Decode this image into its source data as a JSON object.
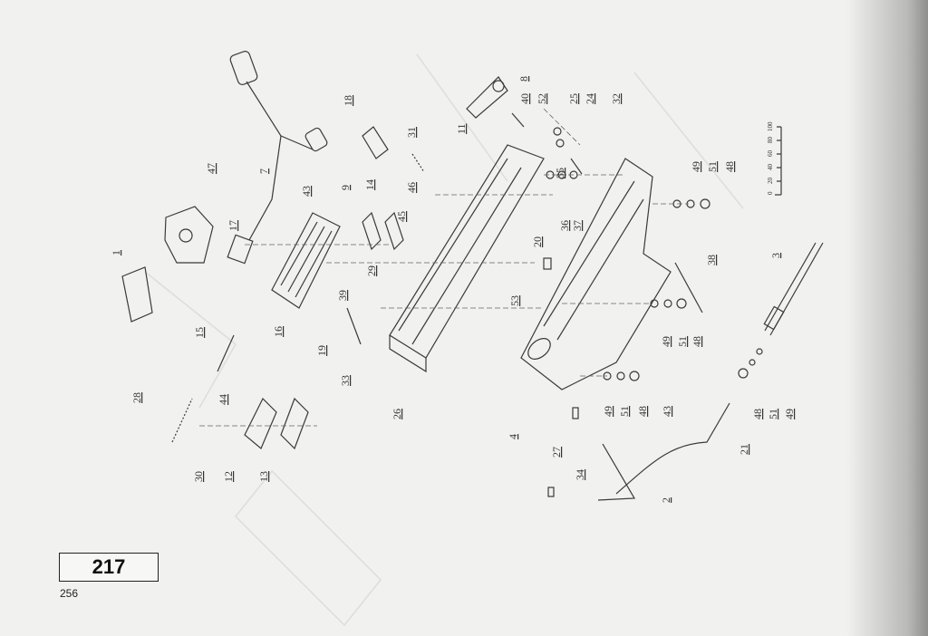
{
  "figure_number": "217",
  "page_number": "256",
  "scale_bar": {
    "ticks": [
      "0",
      "20",
      "40",
      "60",
      "80",
      "100"
    ]
  },
  "callouts": [
    "8",
    "40",
    "52",
    "25",
    "24",
    "32",
    "11",
    "31",
    "18",
    "7",
    "47",
    "43",
    "9",
    "14",
    "46",
    "45",
    "35",
    "36",
    "37",
    "20",
    "49",
    "51",
    "48",
    "17",
    "1",
    "29",
    "39",
    "16",
    "19",
    "15",
    "53",
    "38",
    "3",
    "49",
    "51",
    "48",
    "33",
    "26",
    "28",
    "44",
    "49",
    "51",
    "48",
    "43",
    "48",
    "51",
    "49",
    "4",
    "27",
    "21",
    "34",
    "30",
    "12",
    "13",
    "2"
  ]
}
